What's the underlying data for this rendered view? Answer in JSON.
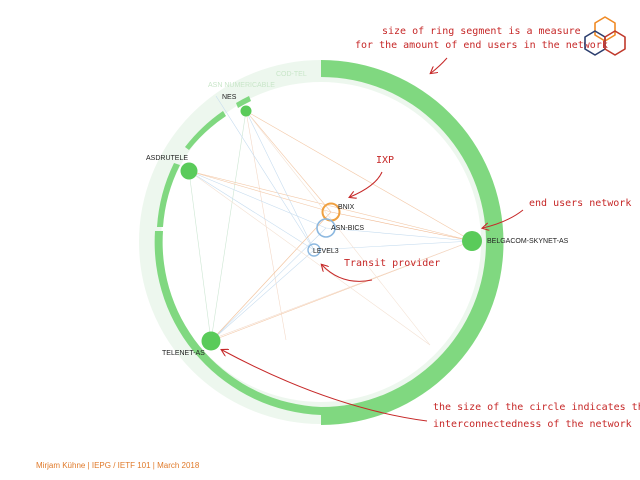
{
  "diagram": {
    "colors": {
      "ring_light": "#edf7ee",
      "ring_green": "#80d880",
      "node_green": "#5acb5a",
      "ixp_orange": "#f0a040",
      "transit_blue": "#8cb8e0",
      "annotation_red": "#c62828",
      "footer_orange": "#e07a2a"
    },
    "ring_hints": [
      "COD-TEL",
      "ASN NUMERICABLE"
    ],
    "networks": [
      {
        "name": "NES",
        "shape": "end-users-node"
      },
      {
        "name": "ASDRUTELE",
        "shape": "end-users-node"
      },
      {
        "name": "BELGACOM-SKYNET-AS",
        "shape": "end-users-node"
      },
      {
        "name": "TELENET-AS",
        "shape": "end-users-node"
      },
      {
        "name": "BNIX",
        "shape": "ixp-ring"
      },
      {
        "name": "ASN-BICS",
        "shape": "transit-ring"
      },
      {
        "name": "LEVEL3",
        "shape": "transit-ring"
      }
    ]
  },
  "annotations": {
    "ring_segment": {
      "line1": "size of ring segment is a measure",
      "line2": "for the amount of end users in the network"
    },
    "ixp": "IXP",
    "end_users_network": "end users network",
    "transit_provider": "Transit provider",
    "circle_size": {
      "line1": "the size of the circle indicates the",
      "line2": "interconnectedness of the network"
    }
  },
  "footer": "Mirjam Kühne | IEPG / IETF 101 | March 2018",
  "logo": {
    "icon": "hexagon-cubes-icon"
  }
}
